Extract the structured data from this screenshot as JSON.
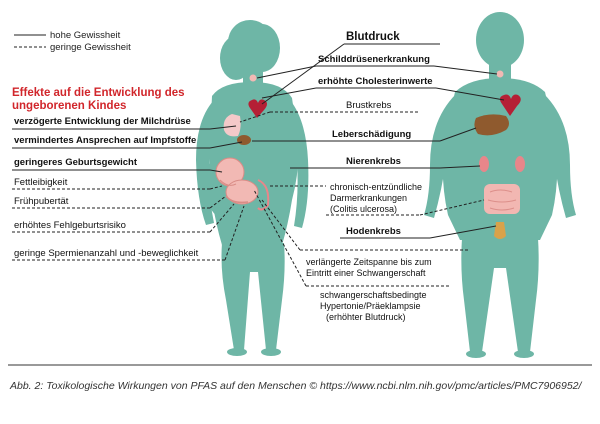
{
  "legend": {
    "high": "hohe Gewissheit",
    "low": "geringe Gewissheit"
  },
  "section_title": {
    "line1": "Effekte auf die Entwicklung des",
    "line2": "ungeborenen Kindes"
  },
  "left_effects": [
    {
      "text": "verzögerte Entwicklung der Milchdrüse",
      "certainty": "high"
    },
    {
      "text": "vermindertes Ansprechen auf Impfstoffe",
      "certainty": "high"
    },
    {
      "text": "geringeres Geburtsgewicht",
      "certainty": "high"
    },
    {
      "text": "Fettleibigkeit",
      "certainty": "low"
    },
    {
      "text": "Frühpubertät",
      "certainty": "low"
    },
    {
      "text": "erhöhtes Fehlgeburtsrisiko",
      "certainty": "low"
    },
    {
      "text": "geringe Spermienanzahl und -beweglichkeit",
      "certainty": "low"
    }
  ],
  "center_effects": {
    "blutdruck": "Blutdruck",
    "schilddruese": "Schilddrüsenerkrankung",
    "cholesterin": "erhöhte Cholesterinwerte",
    "brustkrebs": "Brustkrebs",
    "leber": "Leberschädigung",
    "niere": "Nierenkrebs",
    "darm": [
      "chronisch-entzündliche",
      "Darmerkrankungen",
      "(Colitis ulcerosa)"
    ],
    "hoden": "Hodenkrebs",
    "schwangerschaft_zeit": [
      "verlängerte Zeitspanne bis zum",
      "Eintritt einer Schwangerschaft"
    ],
    "hypertonie": [
      "schwangerschaftsbedingte",
      "Hypertonie/Präeklampsie",
      "(erhöhter Blutdruck)"
    ]
  },
  "caption": "Abb. 2: Toxikologische Wirkungen von PFAS auf den Menschen © https://www.ncbi.nlm.nih.gov/pmc/articles/PMC7906952/",
  "colors": {
    "body": "#6eb6a6",
    "title_red": "#d1262b",
    "heart": "#b51f35",
    "liver": "#8f5a2e",
    "kidney": "#e8868a",
    "intestine": "#f2b7b2",
    "breast": "#f4c9c9",
    "fetus": "#f2b9b4",
    "line": "#222222"
  }
}
